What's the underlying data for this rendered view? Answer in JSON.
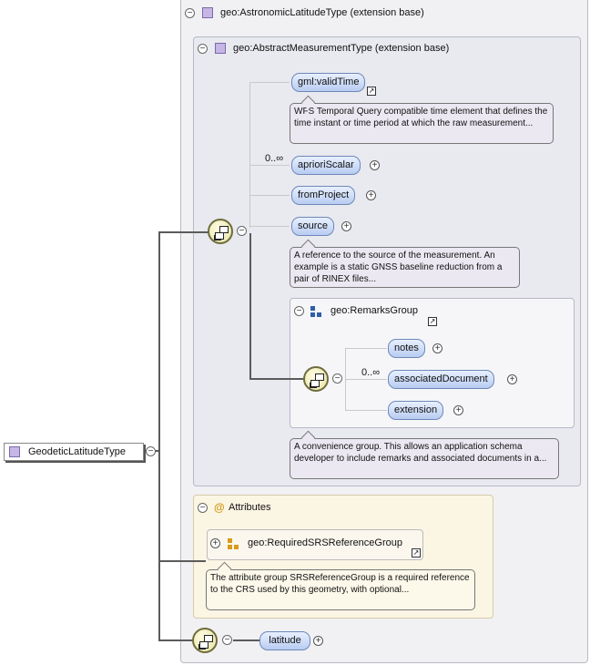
{
  "root": {
    "label": "GeodeticLatitudeType"
  },
  "astronomic": {
    "label": "geo:AstronomicLatitudeType (extension base)"
  },
  "abstract": {
    "label": "geo:AbstractMeasurementType (extension base)"
  },
  "elements": {
    "validTime": {
      "label": "gml:validTime",
      "doc": "WFS Temporal Query compatible time element that defines the time instant or time period at which the raw measurement..."
    },
    "aprioriScalar": {
      "label": "aprioriScalar",
      "occurs": "0..∞"
    },
    "fromProject": {
      "label": "fromProject"
    },
    "source": {
      "label": "source",
      "doc": "A reference to the source of the measurement. An example is a static GNSS baseline reduction from a pair of RINEX files..."
    }
  },
  "remarks": {
    "label": "geo:RemarksGroup",
    "doc": "A convenience group. This allows an application schema developer to include remarks and associated documents in a...",
    "items": [
      {
        "label": "notes"
      },
      {
        "label": "associatedDocument",
        "occurs": "0..∞"
      },
      {
        "label": "extension"
      }
    ]
  },
  "attributes": {
    "label": "Attributes",
    "at_symbol": "@",
    "group": {
      "label": "geo:RequiredSRSReferenceGroup",
      "doc": "The attribute group SRSReferenceGroup is a required reference to the CRS used by this geometry, with optional..."
    }
  },
  "latitude": {
    "label": "latitude"
  },
  "colors": {
    "sequence": "#e6e2a6",
    "pill": "#b8ccf1",
    "attributes_panel": "#fbf5e4"
  }
}
